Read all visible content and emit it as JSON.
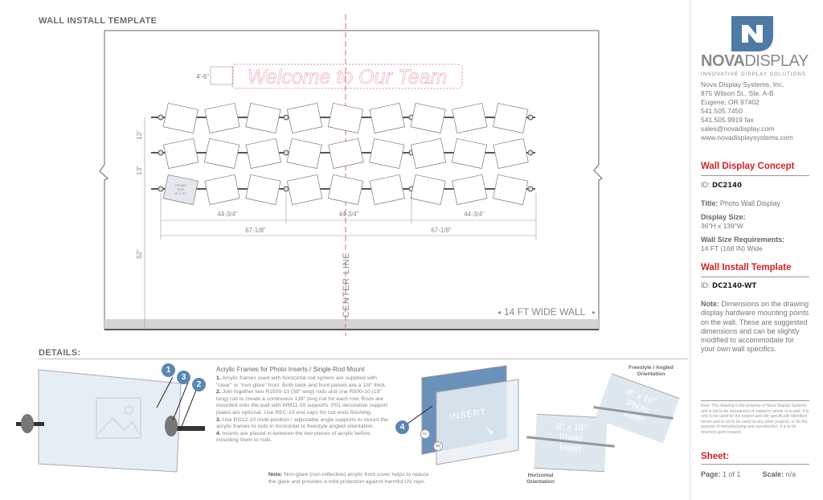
{
  "header": {
    "title": "WALL INSTALL TEMPLATE",
    "details_title": "DETAILS:"
  },
  "drawing": {
    "sign_text": "Welcome to Our Team",
    "sign_height": "4'-6\"",
    "row_spacing_1": "13\"",
    "row_spacing_2": "13\"",
    "floor_height": "52\"",
    "rod_segment_dims": [
      "44-3/4\"",
      "44-3/4\"",
      "44-3/4\""
    ],
    "half_dims": [
      "67-1/8\"",
      "67-1/8\""
    ],
    "center_line": "CENTER LINE",
    "wall_width": "14 FT WIDE WALL",
    "frame_label": [
      "FRAME",
      "SIZE",
      "8\" x 10\""
    ],
    "colors": {
      "sign": "#e08a98",
      "center_line": "#d96a7a",
      "line": "#888888"
    }
  },
  "details": {
    "heading": "Acrylic Frames for Photo Inserts / Single-Rod Mount",
    "steps": [
      {
        "num": "1.",
        "text": "Acrylic frames used with horizontal rod system are supplied with \"clear\" or \"non-glare\" front. Both back and front panels are a 1/8\" thick."
      },
      {
        "num": "2.",
        "text": "Join together two R1500-10 (59\" long) rods and one R500-10 (19\" long) rod to create a continuous 138\" long rod for each row. Rods are mounted onto the wall with WM11-10 supports. P01 decorative support plates are optional. Use REC-10 end caps for rod ends finishing."
      },
      {
        "num": "3.",
        "text": "Use RG12-10 multi-position / adjustable angle supports to mount the acrylic frames to rods in horizontal or freestyle angled orientation."
      },
      {
        "num": "4.",
        "text": "Inserts are placed in between the two pieces of acrylic before mounting them to rods."
      }
    ],
    "note_label": "Note:",
    "note_text": "Non-glare (non-reflective) acrylic front cover helps to reduce the glare and provides a mild protection against harmful UV rays.",
    "callouts": [
      "1",
      "2",
      "3",
      "4"
    ],
    "insert_label": "INSERT",
    "cl_badge": "CL",
    "ng_badge": "NG",
    "photo_insert_text": [
      "8\" x 10\"",
      "Photo",
      "Insert"
    ],
    "freestyle_label": "Freestyle / Angled Orientation",
    "horizontal_label": "Horizontal Orientation",
    "accent": "#5b86b4"
  },
  "company": {
    "logo_bold": "NOVA",
    "logo_light": "DISPLAY",
    "tagline": "INNOVATIVE DISPLAY SOLUTIONS",
    "address": [
      "Nova Display Systems, Inc.",
      "875 Wilson St., Ste. A-B",
      "Eugene, OR 97402",
      "541.505.7450",
      "541.505.9919 fax",
      "sales@novadisplay.com",
      "www.novadisplaysystems.com"
    ],
    "logo_color": "#4f7aa6"
  },
  "concept": {
    "title": "Wall Display Concept",
    "id_label": "ID:",
    "id": "DC2140",
    "title_label": "Title:",
    "title_value": "Photo Wall Display",
    "size_label": "Display Size:",
    "size_value": "36\"H x 139\"W",
    "wall_label": "Wall Size Requirements:",
    "wall_value": "14 FT (168 IN) Wide"
  },
  "template": {
    "title": "Wall Install Template",
    "id_label": "ID:",
    "id": "DC2140-WT",
    "note_label": "Note:",
    "note_text": "Dimensions on the drawing display hardware mounting points on the wall. These are suggested dimensions and can be slightly modified to accommodate for your own wall specifics."
  },
  "legal": "Note: This drawing is the property of Nova Display Systems and is not to be reproduced or copied in whole or in part. It is only to be used for the project and site specifically identified herein and is not to be used on any other projects, or for the purpose of manufacturing and reproduction. It is to be returned upon request.",
  "sheet": {
    "title": "Sheet:",
    "page_label": "Page:",
    "page": "1 of 1",
    "scale_label": "Scale:",
    "scale": "n/a"
  }
}
